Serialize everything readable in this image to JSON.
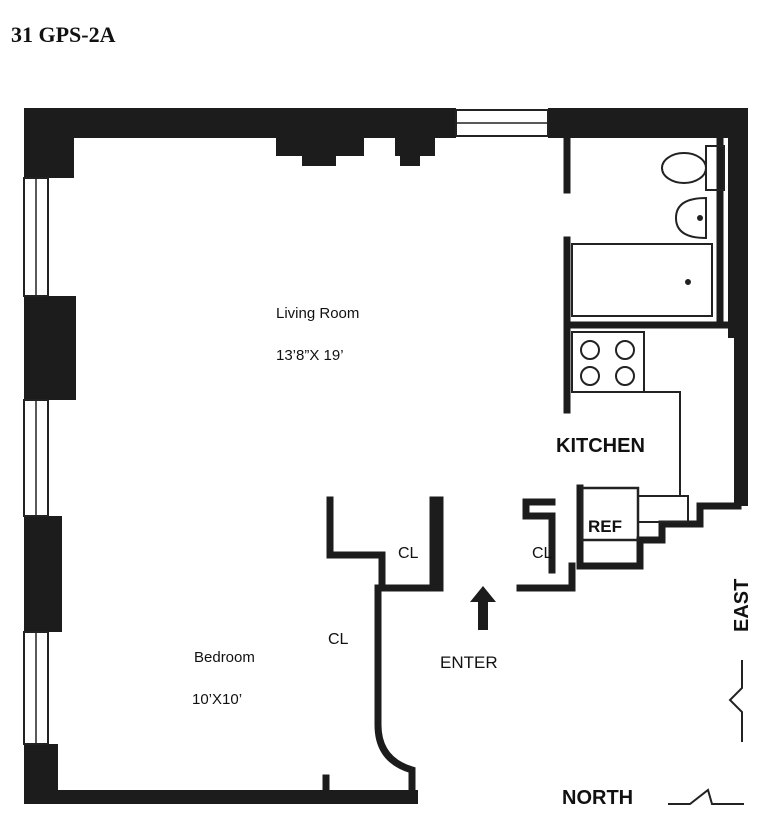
{
  "title": "31 GPS-2A",
  "rooms": {
    "living_room": {
      "name": "Living Room",
      "size": "13’8”X 19’"
    },
    "bedroom": {
      "name": "Bedroom",
      "size": "10’X10’"
    },
    "kitchen": {
      "name": "KITCHEN"
    }
  },
  "labels": {
    "closet_1": "CL",
    "closet_2": "CL",
    "closet_3": "CL",
    "refrigerator": "REF",
    "entry": "ENTER"
  },
  "compass": {
    "east": "EAST",
    "north": "NORTH"
  },
  "colors": {
    "wall": "#1c1c1c",
    "line": "#222222",
    "background": "#ffffff"
  }
}
